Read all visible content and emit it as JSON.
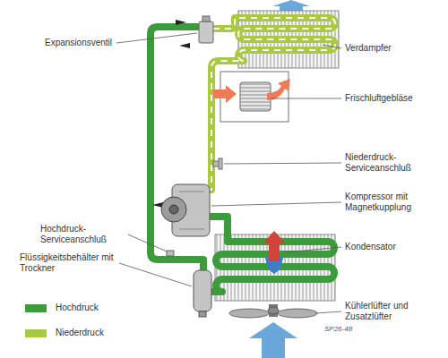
{
  "diagram": {
    "labels": [
      "Expansionsventil",
      "Verdampfer",
      "Frischluftgebläse",
      "Niederdruck-Serviceanschluß",
      "Kompressor mit Magnetkupplung",
      "Kondensator",
      "Kühlerlüfter und Zusatzlüfter",
      "Hochdruck-Serviceanschluß",
      "Flüssigkeitsbehälter mit Trockner",
      "SP26-48"
    ],
    "legend": [
      {
        "text": "Hochdruck",
        "color": "#3c9c3c"
      },
      {
        "text": "Niederdruck",
        "color": "#a9c940"
      }
    ]
  }
}
